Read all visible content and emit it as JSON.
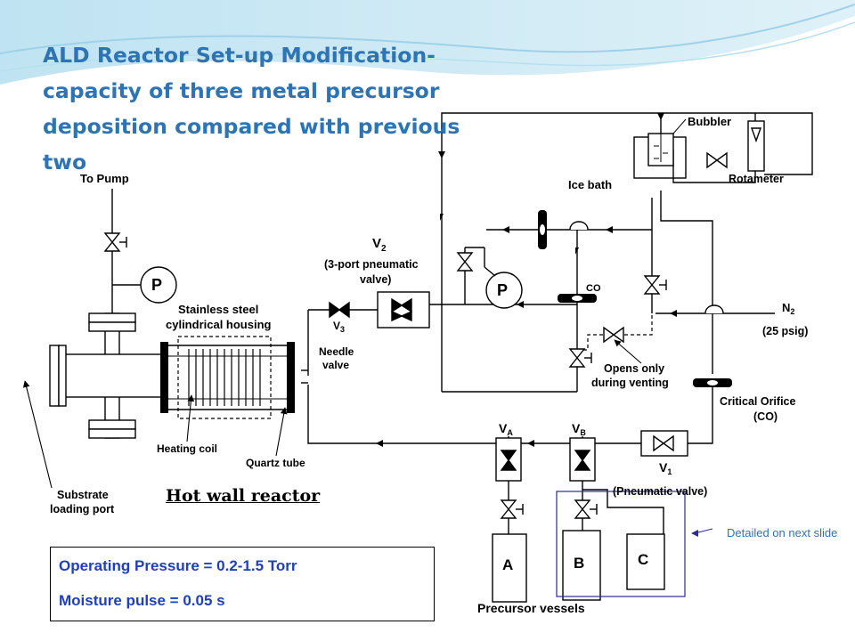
{
  "slide": {
    "title_lines": [
      "ALD Reactor Set-up Modification-",
      "capacity of three metal precursor",
      "deposition compared with previous",
      "two"
    ],
    "reactor_caption": "Hot wall reactor",
    "operating_pressure": "Operating Pressure = 0.2-1.5 Torr",
    "moisture_pulse": "Moisture pulse = 0.05 s",
    "detail_note": "Detailed on next slide"
  },
  "diagram": {
    "to_pump": "To Pump",
    "pressure_gauge": "P",
    "housing_line1": "Stainless steel",
    "housing_line2": "cylindrical housing",
    "heating_coil": "Heating coil",
    "quartz_tube": "Quartz tube",
    "loading_line1": "Substrate",
    "loading_line2": "loading port",
    "v2": "V",
    "v2_sub": "2",
    "v2_desc_line1": "(3-port pneumatic",
    "v2_desc_line2": "valve)",
    "v3": "V",
    "v3_sub": "3",
    "needle_line1": "Needle",
    "needle_line2": "valve",
    "ice_bath": "Ice bath",
    "bubbler": "Bubbler",
    "rotameter": "Rotameter",
    "co": "CO",
    "n2": "N",
    "n2_sub": "2",
    "n2_pressure": "(25 psig)",
    "venting_line1": "Opens only",
    "venting_line2": "during venting",
    "orifice_line1": "Critical Orifice",
    "orifice_line2": "(CO)",
    "va": "V",
    "va_sub": "A",
    "vb": "V",
    "vb_sub": "B",
    "v1": "V",
    "v1_sub": "1",
    "v1_desc": "(Pneumatic valve)",
    "vessel_a": "A",
    "vessel_b": "B",
    "vessel_c": "C",
    "vessels_label": "Precursor vessels"
  },
  "colors": {
    "title": "#2e74b5",
    "params_text": "#1f3fbf",
    "detail_box": "#2a2aa0",
    "note": "#2e74b5"
  }
}
